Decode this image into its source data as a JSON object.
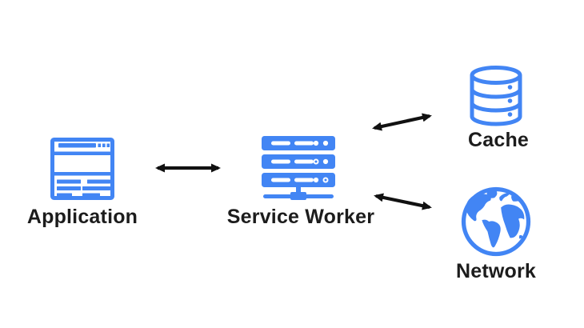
{
  "diagram": {
    "type": "architecture-flow",
    "background_color": "#ffffff",
    "accent_color": "#4285f4",
    "arrow_color": "#111111",
    "label_color": "#1c1c1c",
    "nodes": [
      {
        "id": "application",
        "label": "Application",
        "icon": "browser-window-icon"
      },
      {
        "id": "service-worker",
        "label": "Service Worker",
        "icon": "server-stack-icon"
      },
      {
        "id": "cache",
        "label": "Cache",
        "icon": "database-cylinder-icon"
      },
      {
        "id": "network",
        "label": "Network",
        "icon": "globe-icon"
      }
    ],
    "connections": [
      {
        "from": "Application",
        "to": "Service Worker",
        "style": "double-headed-arrow"
      },
      {
        "from": "Service Worker",
        "to": "Cache",
        "style": "double-headed-arrow"
      },
      {
        "from": "Service Worker",
        "to": "Network",
        "style": "double-headed-arrow"
      }
    ]
  }
}
